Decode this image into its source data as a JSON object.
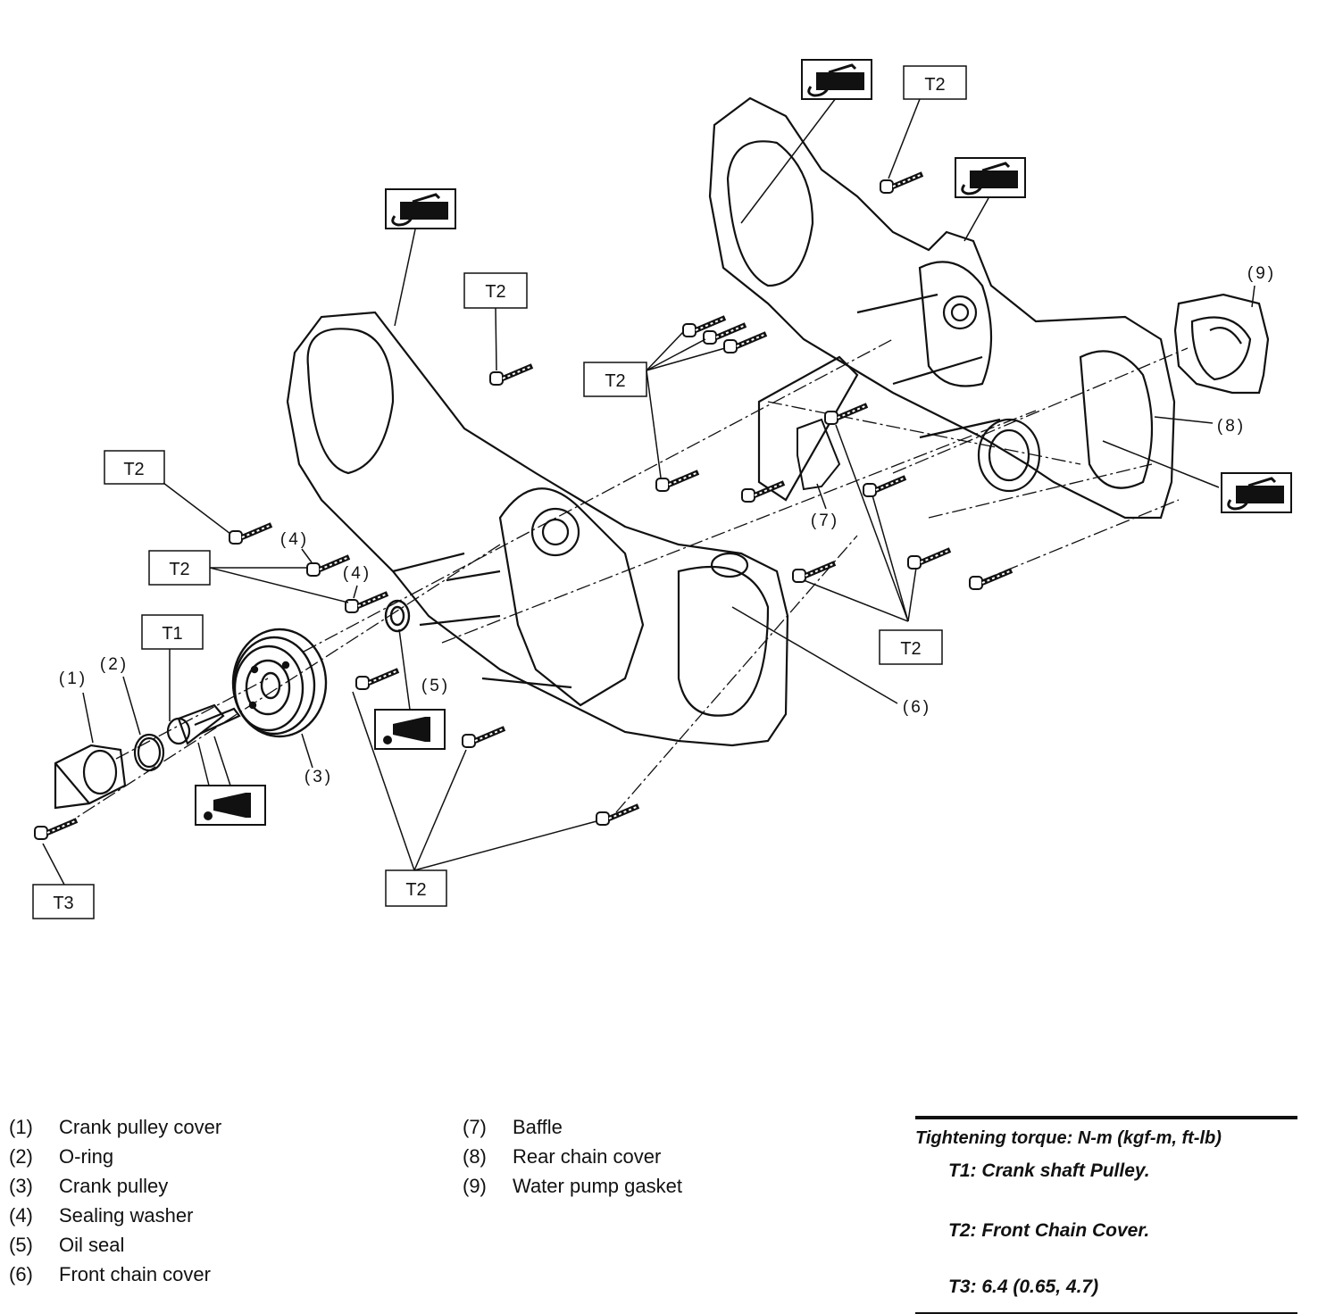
{
  "callouts": {
    "t1": "T1",
    "t2": "T2",
    "t3": "T3"
  },
  "part_numbers": [
    "(1)",
    "(2)",
    "(3)",
    "(4)",
    "(5)",
    "(6)",
    "(7)",
    "(8)",
    "(9)"
  ],
  "legend": {
    "left": [
      {
        "num": "(1)",
        "label": "Crank pulley cover"
      },
      {
        "num": "(2)",
        "label": "O-ring"
      },
      {
        "num": "(3)",
        "label": "Crank pulley"
      },
      {
        "num": "(4)",
        "label": "Sealing washer"
      },
      {
        "num": "(5)",
        "label": "Oil seal"
      },
      {
        "num": "(6)",
        "label": "Front chain cover"
      }
    ],
    "right": [
      {
        "num": "(7)",
        "label": "Baffle"
      },
      {
        "num": "(8)",
        "label": "Rear chain cover"
      },
      {
        "num": "(9)",
        "label": "Water pump gasket"
      }
    ]
  },
  "torque": {
    "heading": "Tightening torque: N-m (kgf-m, ft-lb)",
    "t1": "T1:  Crank shaft Pulley.",
    "t2": "T2:  Front  Chain Cover.",
    "t3": "T3: 6.4 (0.65, 4.7)"
  },
  "icons": {
    "sealant": "liquid-gasket-icon",
    "oil": "oil-apply-icon"
  }
}
